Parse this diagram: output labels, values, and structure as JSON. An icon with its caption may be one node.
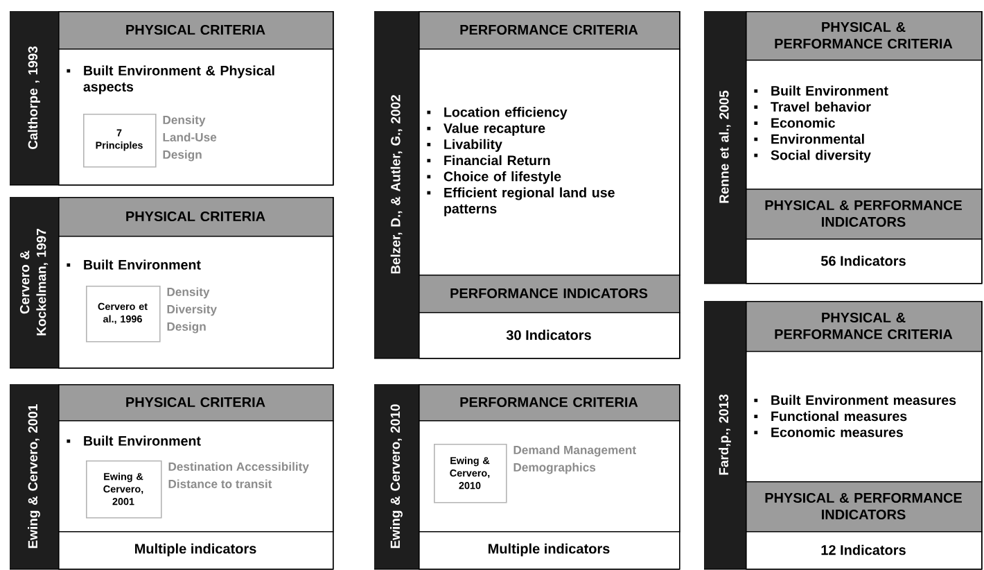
{
  "diagram": {
    "nodes": [
      {
        "text": [
          "Calthorpe , 1993"
        ]
      },
      {
        "text": [
          "PHYSICAL CRITERIA"
        ],
        "in": 0
      },
      {
        "text": [
          "Built Environment & Physical aspects"
        ],
        "in": 0
      },
      {
        "text": [
          "7 Principles"
        ],
        "in": 2,
        "beside": [
          "Density",
          "Land-Use",
          "Design"
        ]
      },
      {
        "text": [
          "Cervero & Kockelman, 1997"
        ]
      },
      {
        "text": [
          "PHYSICAL CRITERIA"
        ],
        "in": 4
      },
      {
        "text": [
          "Built Environment"
        ],
        "in": 4
      },
      {
        "text": [
          "Cervero et al., 1996"
        ],
        "in": 6,
        "beside": [
          "Density",
          "Diversity",
          "Design"
        ]
      },
      {
        "text": [
          "Ewing & Cervero, 2001"
        ]
      },
      {
        "text": [
          "PHYSICAL CRITERIA"
        ],
        "in": 8
      },
      {
        "text": [
          "Built Environment"
        ],
        "in": 8
      },
      {
        "text": [
          "Ewing & Cervero, 2001"
        ],
        "in": 10,
        "beside": [
          "Destination Accessibility",
          "Distance to transit"
        ]
      },
      {
        "text": [
          "Multiple indicators"
        ],
        "in": 8
      },
      {
        "text": [
          "Belzer, D., & Autler, G., 2002"
        ]
      },
      {
        "text": [
          "PERFORMANCE CRITERIA"
        ],
        "in": 13
      },
      {
        "text": [
          "Location efficiency",
          "Value recapture",
          "Livability",
          "Financial Return",
          "Choice of lifestyle",
          "Efficient regional land use patterns"
        ],
        "in": 13
      },
      {
        "text": [
          "PERFORMANCE INDICATORS"
        ],
        "in": 13
      },
      {
        "text": [
          "30 Indicators"
        ],
        "in": 13
      },
      {
        "text": [
          "Ewing & Cervero, 2010"
        ]
      },
      {
        "text": [
          "PERFORMANCE CRITERIA"
        ],
        "in": 18
      },
      {
        "text": [],
        "shape": "box",
        "in": 18
      },
      {
        "text": [
          "Ewing & Cervero, 2010"
        ],
        "in": 20,
        "beside": [
          "Demand Management",
          "Demographics"
        ]
      },
      {
        "text": [
          "Multiple indicators"
        ],
        "in": 18
      },
      {
        "text": [
          "Renne et al., 2005"
        ]
      },
      {
        "text": [
          "PHYSICAL & PERFORMANCE CRITERIA"
        ],
        "in": 23
      },
      {
        "text": [
          "Built Environment",
          "Travel behavior",
          "Economic",
          "Environmental",
          "Social diversity"
        ],
        "in": 23
      },
      {
        "text": [
          "PHYSICAL & PERFORMANCE INDICATORS"
        ],
        "in": 23
      },
      {
        "text": [
          "56 Indicators"
        ],
        "in": 23
      },
      {
        "text": [
          "Fard,p., 2013"
        ]
      },
      {
        "text": [
          "PHYSICAL & PERFORMANCE CRITERIA"
        ],
        "in": 28
      },
      {
        "text": [
          "Built Environment measures",
          "Functional measures",
          "Economic measures"
        ],
        "in": 28
      },
      {
        "text": [
          "PHYSICAL & PERFORMANCE INDICATORS"
        ],
        "in": 28
      },
      {
        "text": [
          "12 Indicators"
        ],
        "in": 28
      }
    ]
  }
}
